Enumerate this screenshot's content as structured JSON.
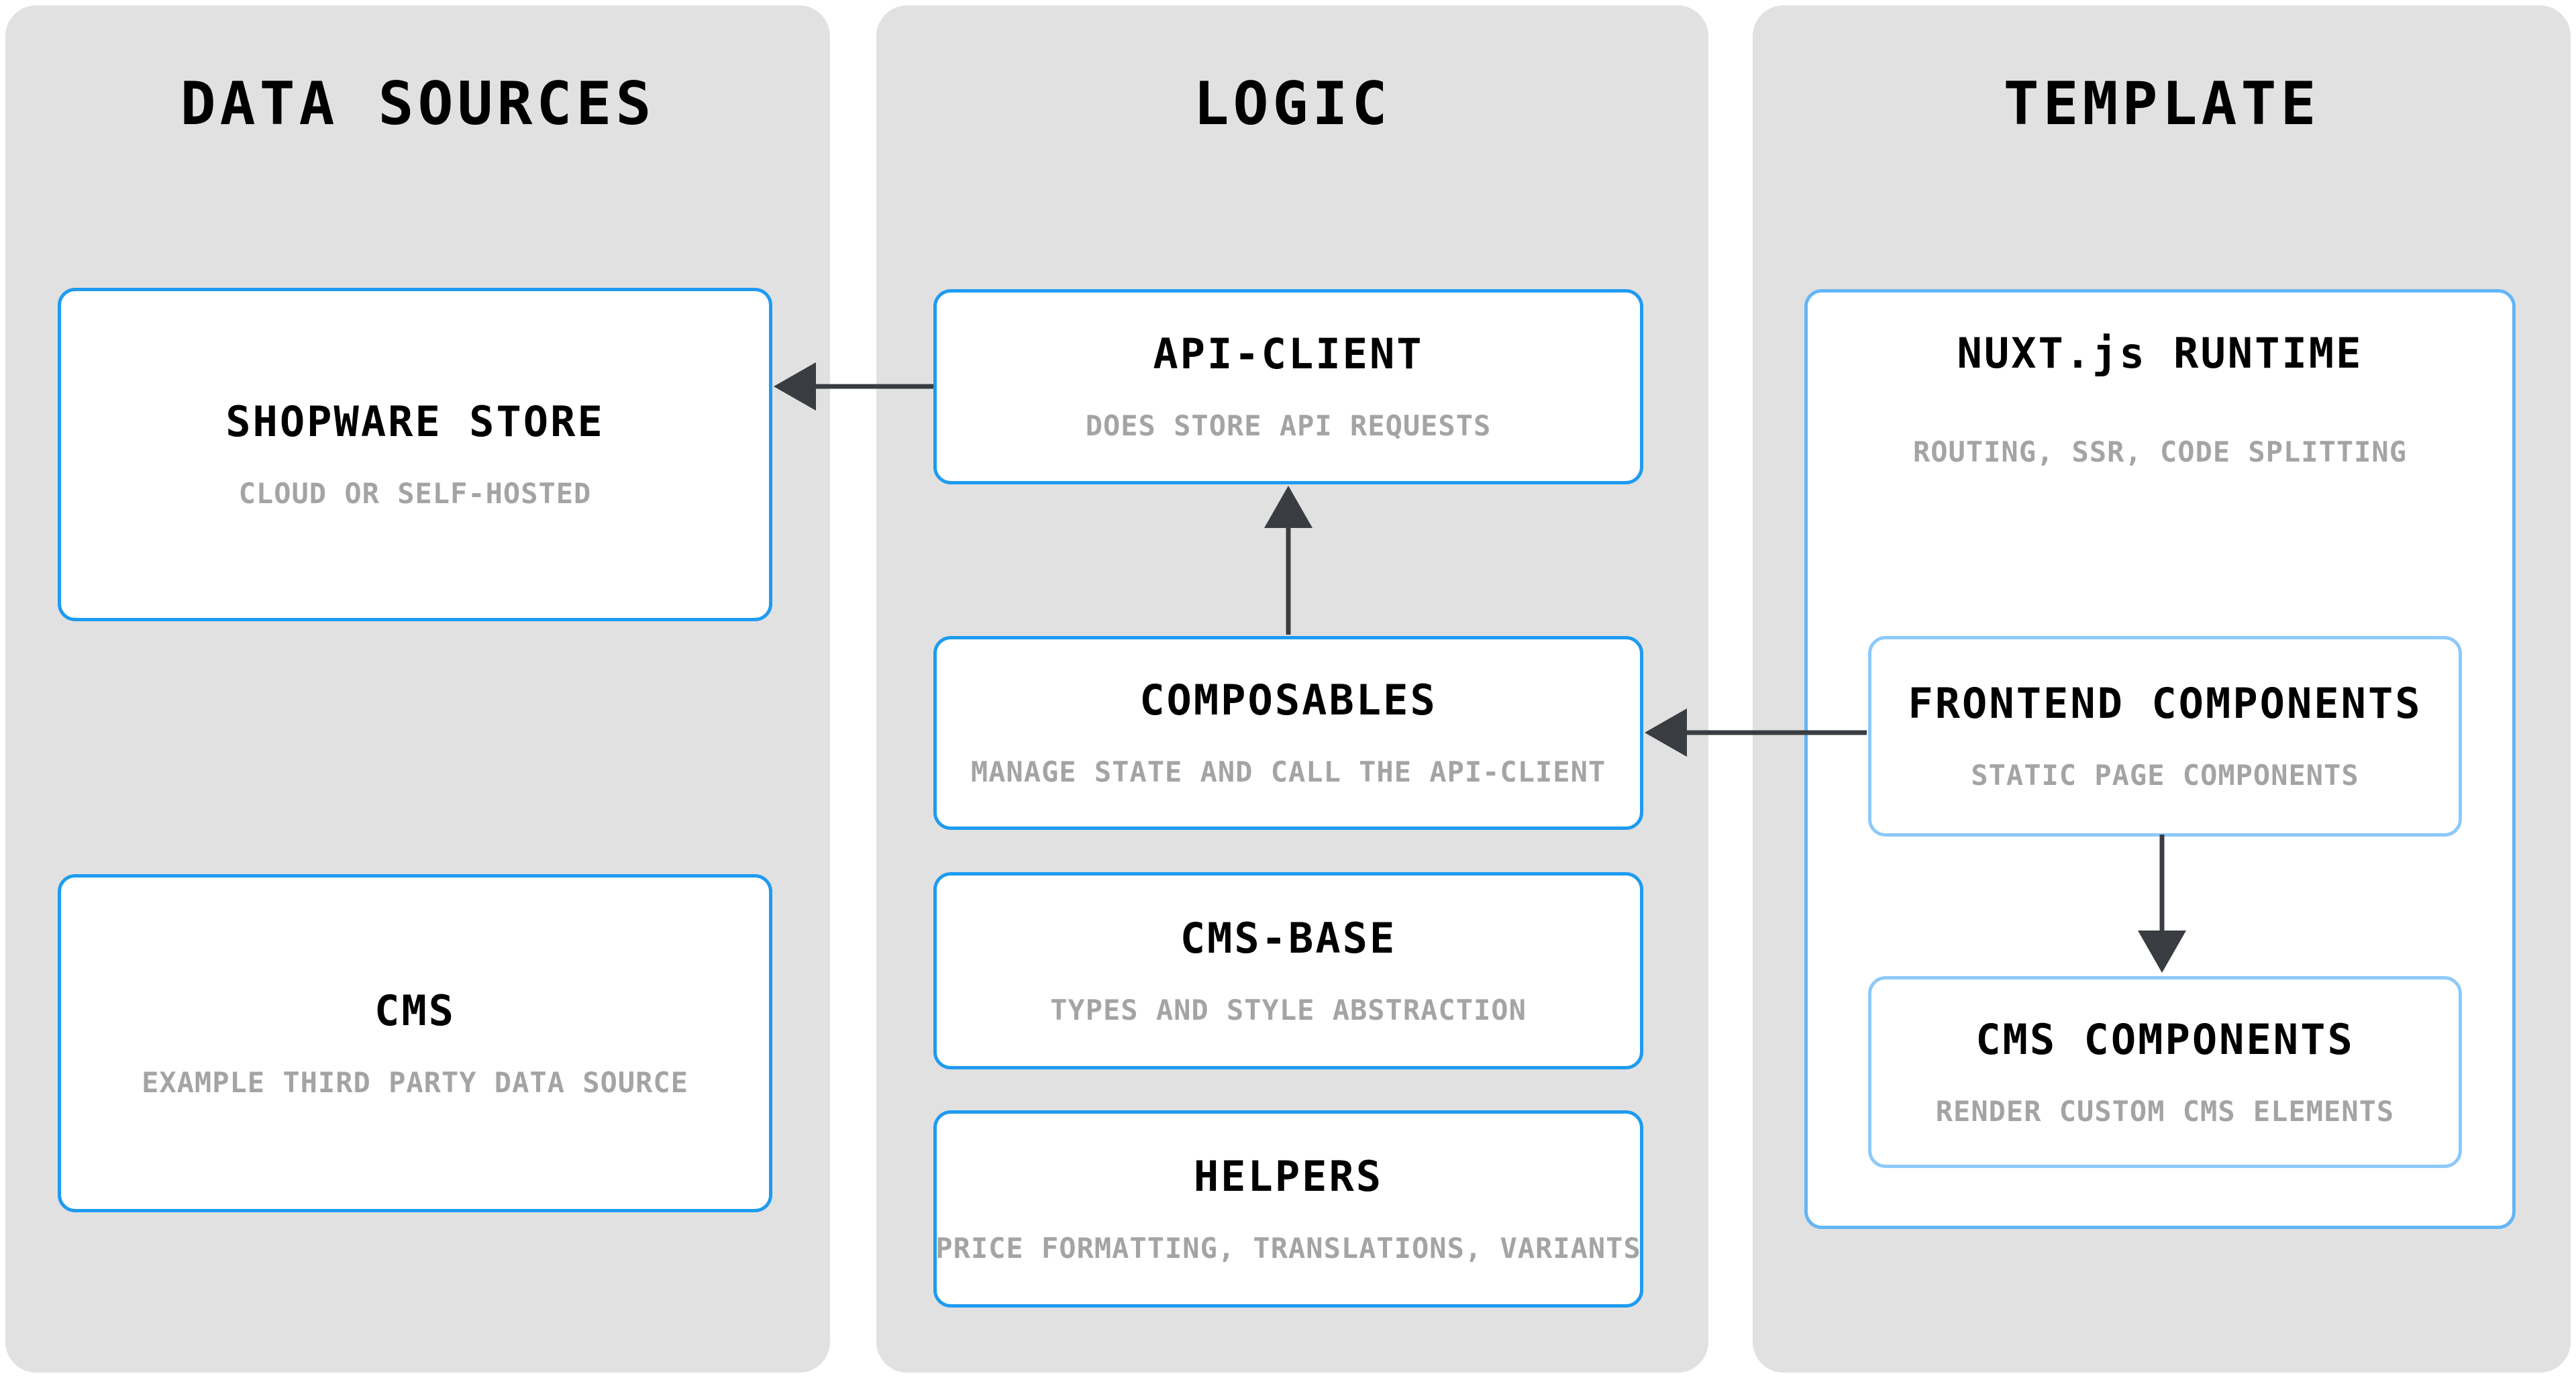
{
  "diagram": {
    "columns": [
      {
        "title": "DATA SOURCES",
        "boxes": [
          {
            "title": "SHOPWARE STORE",
            "subtitle": "CLOUD OR SELF-HOSTED"
          },
          {
            "title": "CMS",
            "subtitle": "EXAMPLE THIRD PARTY DATA SOURCE"
          }
        ]
      },
      {
        "title": "LOGIC",
        "boxes": [
          {
            "title": "API-CLIENT",
            "subtitle": "DOES STORE API REQUESTS"
          },
          {
            "title": "COMPOSABLES",
            "subtitle": "MANAGE STATE AND CALL THE API-CLIENT"
          },
          {
            "title": "CMS-BASE",
            "subtitle": "TYPES AND STYLE ABSTRACTION"
          },
          {
            "title": "HELPERS",
            "subtitle": "PRICE FORMATTING, TRANSLATIONS, VARIANTS"
          }
        ]
      },
      {
        "title": "TEMPLATE",
        "container": {
          "title": "NUXT.js RUNTIME",
          "subtitle": "ROUTING, SSR, CODE SPLITTING",
          "boxes": [
            {
              "title": "FRONTEND COMPONENTS",
              "subtitle": "STATIC PAGE COMPONENTS"
            },
            {
              "title": "CMS COMPONENTS",
              "subtitle": "RENDER CUSTOM CMS ELEMENTS"
            }
          ]
        }
      }
    ],
    "arrows": [
      {
        "from": "api-client",
        "to": "shopware-store",
        "direction": "left"
      },
      {
        "from": "composables",
        "to": "api-client",
        "direction": "up"
      },
      {
        "from": "frontend-components",
        "to": "composables",
        "direction": "left"
      },
      {
        "from": "frontend-components",
        "to": "cms-components",
        "direction": "down"
      }
    ],
    "colors": {
      "panel_background": "#e1e1e1",
      "box_border": "#1e9bf0",
      "container_border": "#64b5f6",
      "nested_border": "#8dc9f9",
      "title_text": "#000000",
      "subtitle_text": "#a4a4a4",
      "arrow": "#393c40"
    }
  }
}
